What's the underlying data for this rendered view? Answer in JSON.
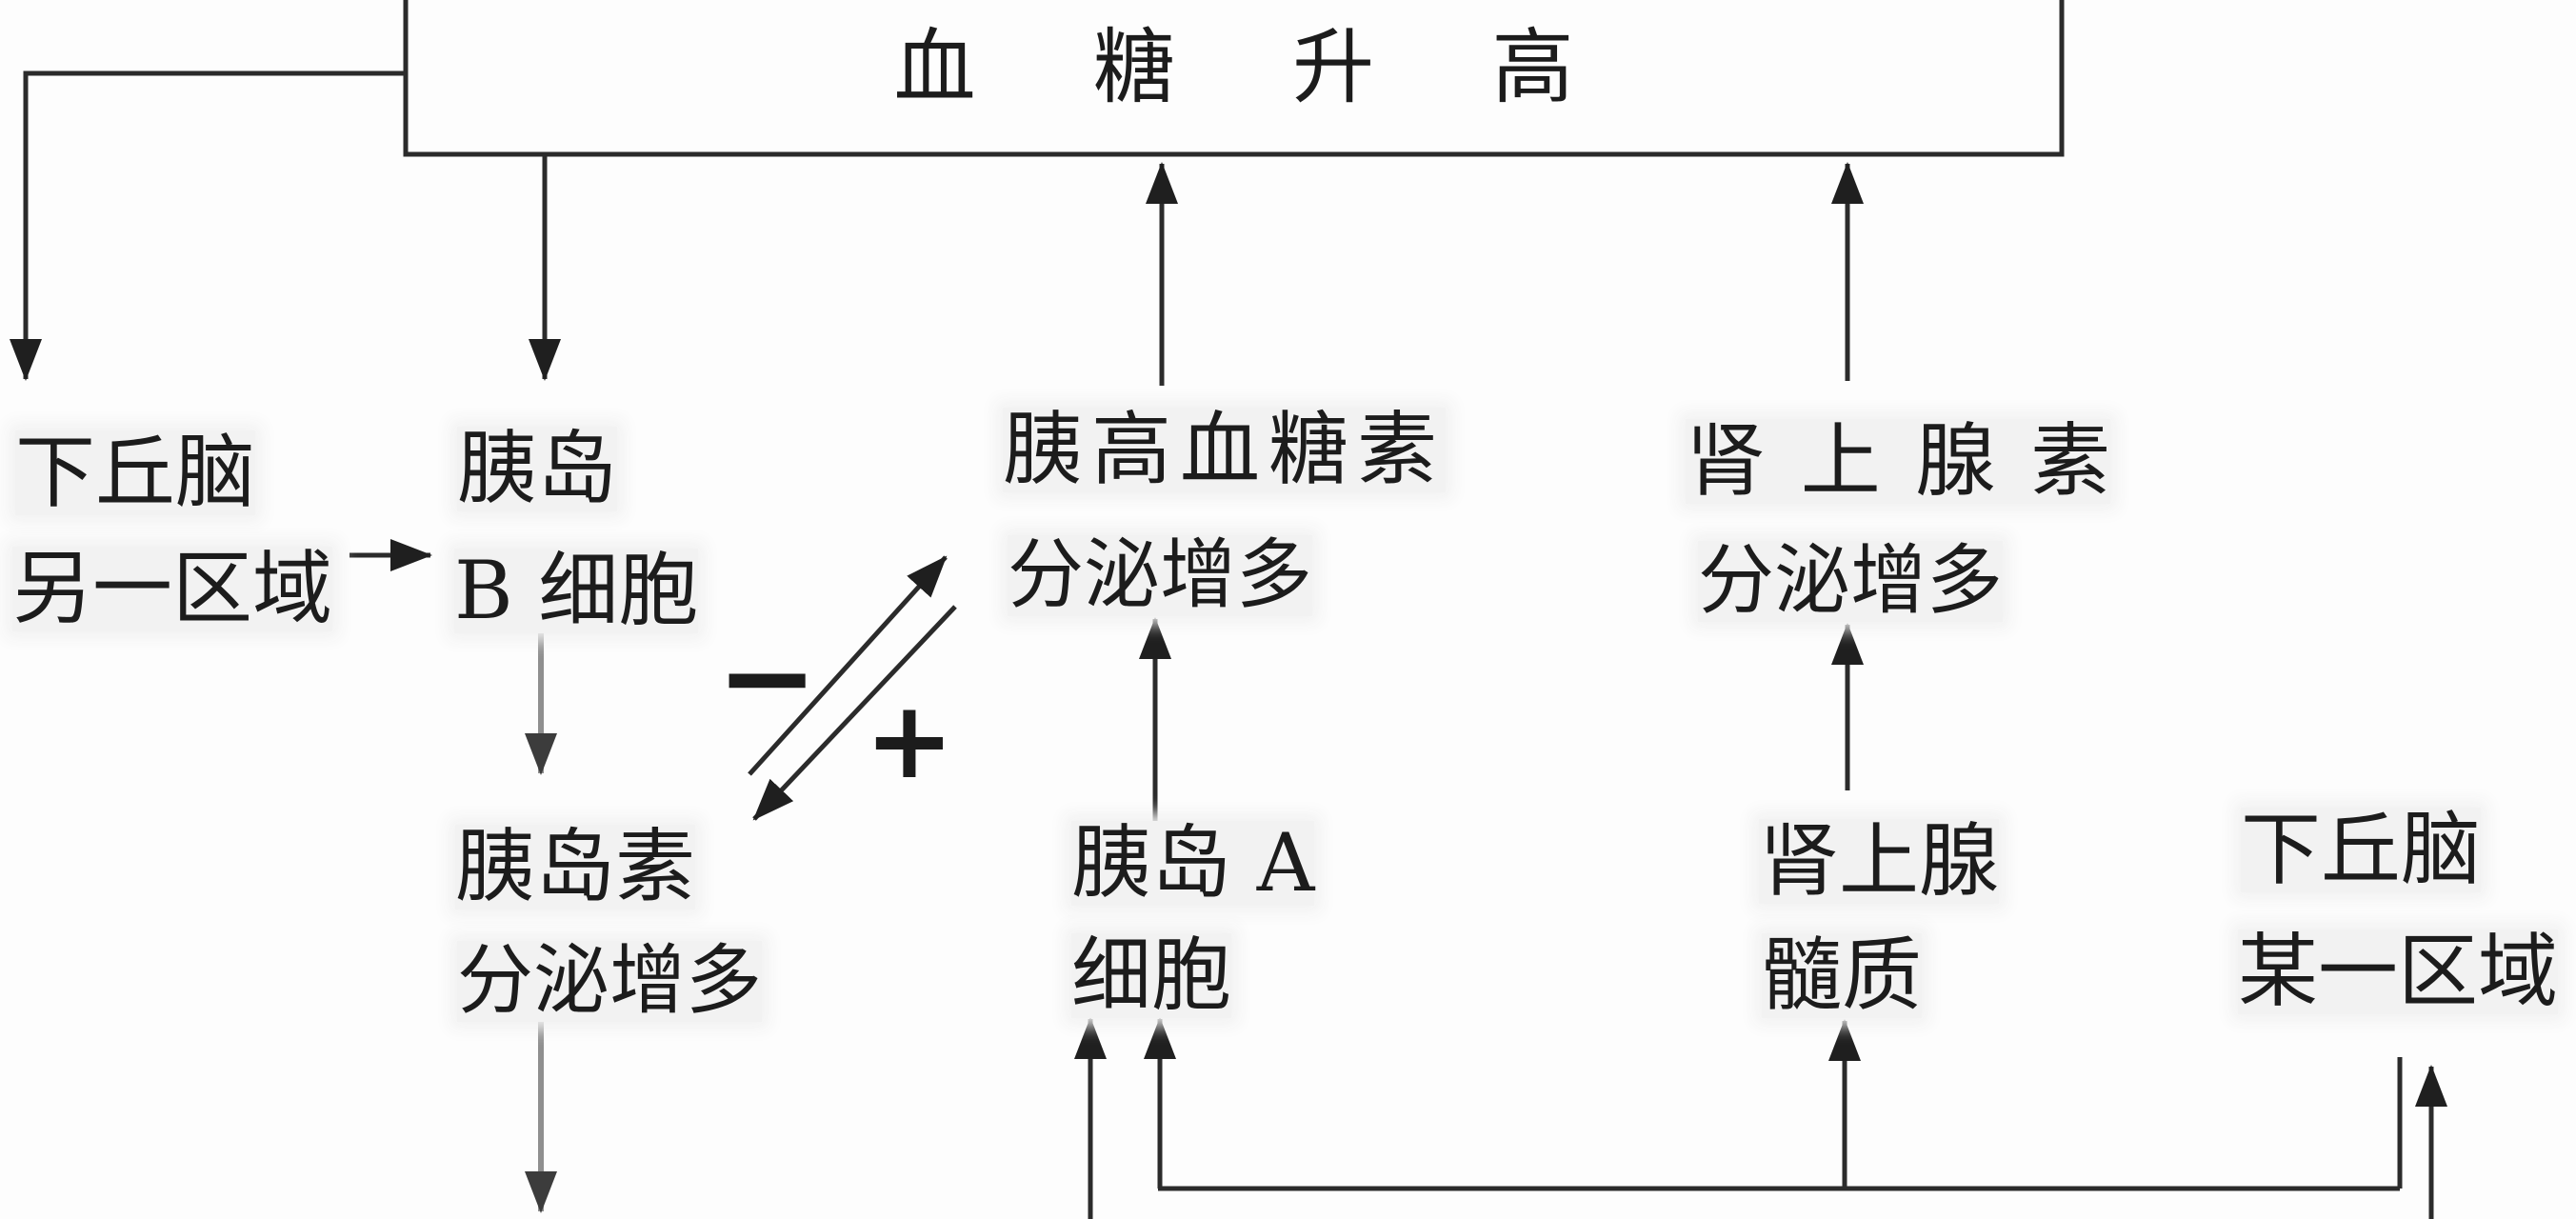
{
  "diagram": {
    "title": "血 糖 升 高",
    "nodes": {
      "hypothalamus_other": {
        "line1": "下丘脑",
        "line2": "另一区域"
      },
      "islet_b": {
        "line1": "胰岛",
        "line2": "B 细胞"
      },
      "insulin": {
        "line1": "胰岛素",
        "line2": "分泌增多"
      },
      "glucagon": {
        "line1": "胰高血糖素",
        "line2": "分泌增多"
      },
      "islet_a": {
        "line1": "胰岛 A",
        "line2": "细胞"
      },
      "adrenaline": {
        "line1": "肾 上 腺 素",
        "line2": "分泌增多"
      },
      "adrenal_medulla": {
        "line1": "肾上腺",
        "line2": "髓质"
      },
      "hypothalamus_certain": {
        "line1": "下丘脑",
        "line2": "某一区域"
      }
    },
    "labels": {
      "inhibit": "−",
      "promote": "+"
    }
  },
  "colors": {
    "background": "#fdfdfd",
    "line": "#2b2b2b",
    "arrowhead": "#1f1f1f",
    "gray_line": "#8f8f8f",
    "gray_arrowhead": "#3c3c3c",
    "text": "#1c1c1c",
    "text_halo": "#f2f2f2"
  }
}
